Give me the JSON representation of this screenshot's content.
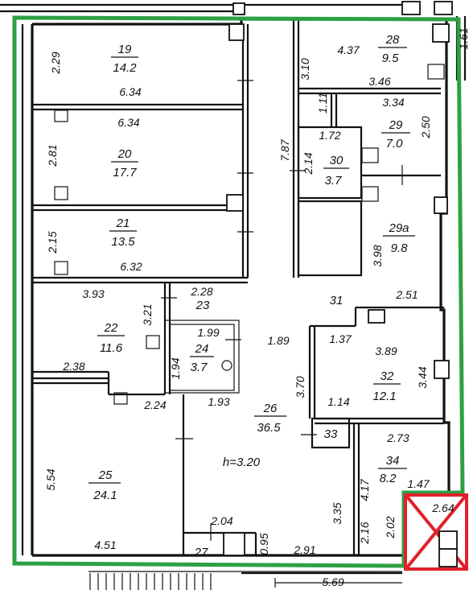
{
  "colors": {
    "outline": "#2ea043",
    "cross_mark": "#e0202a",
    "walls": "#111111"
  },
  "rooms": [
    {
      "id": "room-19",
      "number": "19",
      "area": "14.2"
    },
    {
      "id": "room-20",
      "number": "20",
      "area": "17.7"
    },
    {
      "id": "room-21",
      "number": "21",
      "area": "13.5"
    },
    {
      "id": "room-22",
      "number": "22",
      "area": "11.6"
    },
    {
      "id": "room-23",
      "number": "23"
    },
    {
      "id": "room-24",
      "number": "24",
      "area": "3.7"
    },
    {
      "id": "room-25",
      "number": "25",
      "area": "24.1"
    },
    {
      "id": "room-26",
      "number": "26",
      "area": "36.5"
    },
    {
      "id": "room-27",
      "number": "27"
    },
    {
      "id": "room-28",
      "number": "28",
      "area": "9.5"
    },
    {
      "id": "room-29",
      "number": "29",
      "area": "7.0"
    },
    {
      "id": "room-29a",
      "number": "29a",
      "area": "9.8"
    },
    {
      "id": "room-30",
      "number": "30",
      "area": "3.7"
    },
    {
      "id": "room-31",
      "number": "31"
    },
    {
      "id": "room-32",
      "number": "32",
      "area": "12.1"
    },
    {
      "id": "room-33",
      "number": "33"
    },
    {
      "id": "room-34",
      "number": "34",
      "area": "8.2"
    }
  ],
  "dimensions": [
    "2.29",
    "6.34",
    "6.34",
    "2.81",
    "2.15",
    "6.32",
    "3.93",
    "2.28",
    "3.21",
    "1.99",
    "1.89",
    "2.38",
    "1.94",
    "2.24",
    "1.93",
    "5.54",
    "4.51",
    "2.04",
    "0.95",
    "2.91",
    "5.69",
    "4.37",
    "3.10",
    "3.46",
    "1.11",
    "3.34",
    "1.72",
    "2.50",
    "7.87",
    "2.14",
    "3.98",
    "2.51",
    "1.37",
    "3.89",
    "3.70",
    "3.44",
    "1.14",
    "2.73",
    "4.17",
    "3.35",
    "2.16",
    "2.02",
    "1.47",
    "2.64",
    "1.61"
  ],
  "ceiling_height": "h=3.20"
}
